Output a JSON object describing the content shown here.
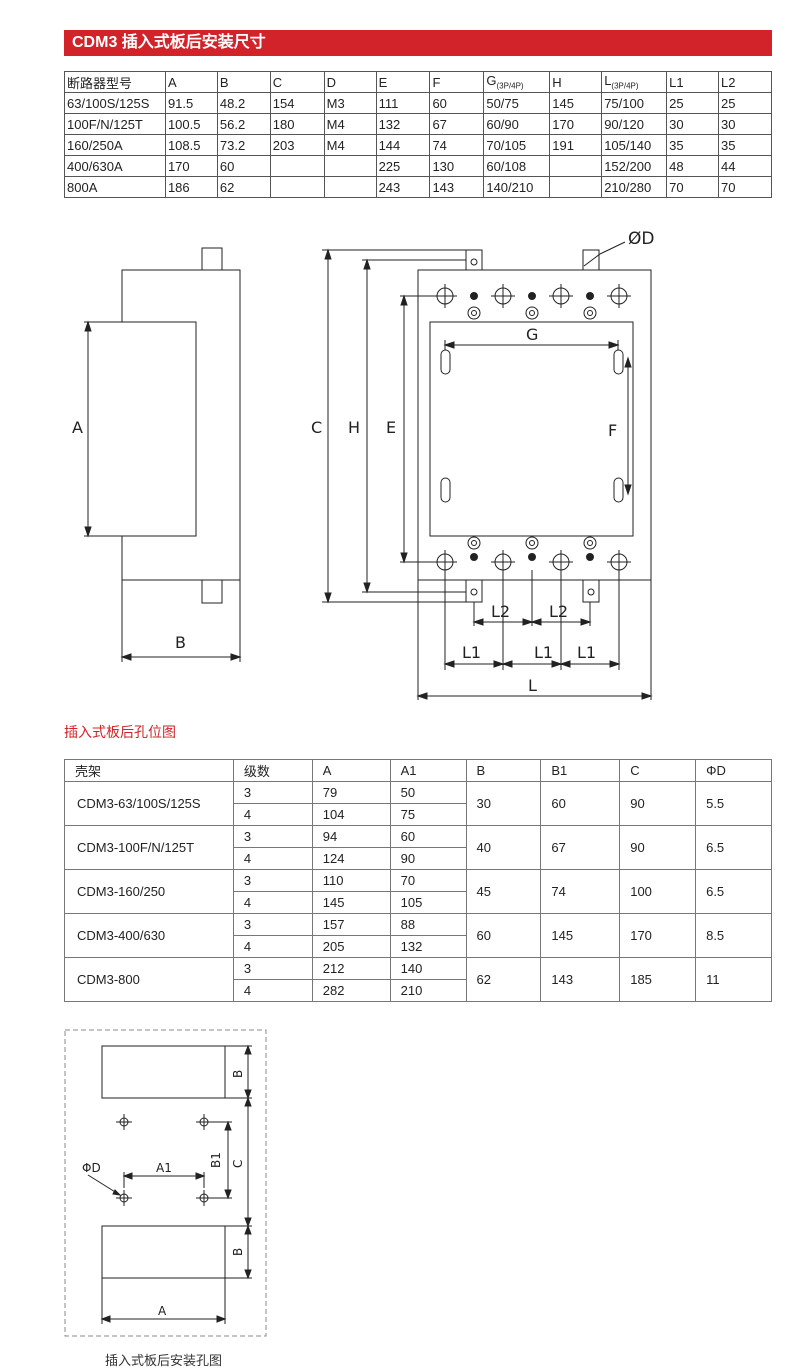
{
  "banner": {
    "title": "CDM3 插入式板后安装尺寸"
  },
  "table1": {
    "headers": [
      "断路器型号",
      "A",
      "B",
      "C",
      "D",
      "E",
      "F",
      "G",
      "(3P/4P)",
      "H",
      "L",
      "(3P/4P)",
      "L1",
      "L2"
    ],
    "rows": [
      [
        "63/100S/125S",
        "91.5",
        "48.2",
        "154",
        "M3",
        "111",
        "60",
        "50/75",
        "145",
        "75/100",
        "25",
        "25"
      ],
      [
        "100F/N/125T",
        "100.5",
        "56.2",
        "180",
        "M4",
        "132",
        "67",
        "60/90",
        "170",
        "90/120",
        "30",
        "30"
      ],
      [
        "160/250A",
        "108.5",
        "73.2",
        "203",
        "M4",
        "144",
        "74",
        "70/105",
        "191",
        "105/140",
        "35",
        "35"
      ],
      [
        "400/630A",
        "170",
        "60",
        "",
        "",
        "225",
        "130",
        "60/108",
        "",
        "152/200",
        "48",
        "44"
      ],
      [
        "800A",
        "186",
        "62",
        "",
        "",
        "243",
        "143",
        "140/210",
        "",
        "210/280",
        "70",
        "70"
      ]
    ]
  },
  "drawing1": {
    "labels": {
      "a": "A",
      "b": "B",
      "c": "C",
      "h": "H",
      "e": "E",
      "f": "F",
      "g": "G",
      "od": "ØD",
      "l": "L",
      "l1": "L1",
      "l2": "L2"
    }
  },
  "caption1": "插入式板后孔位图",
  "table2": {
    "headers": [
      "壳架",
      "级数",
      "A",
      "A1",
      "B",
      "B1",
      "C",
      "ΦD"
    ],
    "groups": [
      {
        "frame": "CDM3-63/100S/125S",
        "rows": [
          [
            "3",
            "79",
            "50"
          ],
          [
            "4",
            "104",
            "75"
          ]
        ],
        "b": "30",
        "b1": "60",
        "c": "90",
        "d": "5.5"
      },
      {
        "frame": "CDM3-100F/N/125T",
        "rows": [
          [
            "3",
            "94",
            "60"
          ],
          [
            "4",
            "124",
            "90"
          ]
        ],
        "b": "40",
        "b1": "67",
        "c": "90",
        "d": "6.5"
      },
      {
        "frame": "CDM3-160/250",
        "rows": [
          [
            "3",
            "110",
            "70"
          ],
          [
            "4",
            "145",
            "105"
          ]
        ],
        "b": "45",
        "b1": "74",
        "c": "100",
        "d": "6.5"
      },
      {
        "frame": "CDM3-400/630",
        "rows": [
          [
            "3",
            "157",
            "88"
          ],
          [
            "4",
            "205",
            "132"
          ]
        ],
        "b": "60",
        "b1": "145",
        "c": "170",
        "d": "8.5"
      },
      {
        "frame": "CDM3-800",
        "rows": [
          [
            "3",
            "212",
            "140"
          ],
          [
            "4",
            "282",
            "210"
          ]
        ],
        "b": "62",
        "b1": "143",
        "c": "185",
        "d": "11"
      }
    ]
  },
  "drawing2": {
    "labels": {
      "b_top": "B",
      "b_bottom": "B",
      "b1": "B1",
      "c": "C",
      "a1": "A1",
      "a": "A",
      "d": "ΦD"
    }
  },
  "caption2": "插入式板后安装孔图"
}
